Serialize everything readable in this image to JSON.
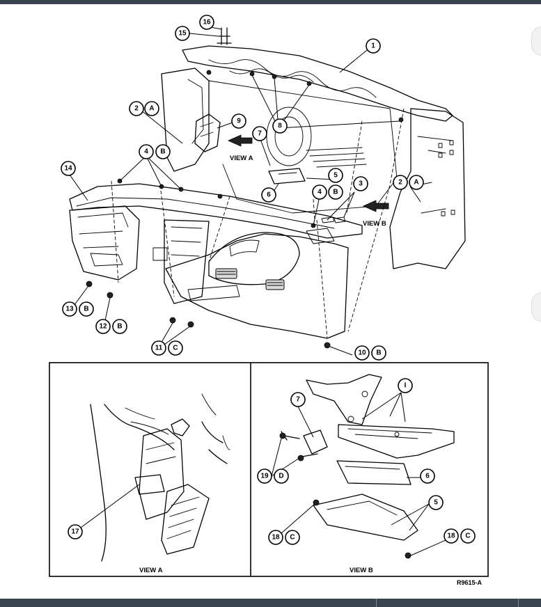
{
  "figure_code": "R9615-A",
  "views": {
    "view_a": "VIEW A",
    "view_b": "VIEW B"
  },
  "callouts": {
    "c1": "1",
    "c2": "2",
    "c3": "3",
    "c4": "4",
    "c5": "5",
    "c6": "6",
    "c7": "7",
    "c8": "8",
    "c9": "9",
    "c10": "10",
    "c11": "11",
    "c12": "12",
    "c13": "13",
    "c14": "14",
    "c15": "15",
    "c16": "16",
    "c17": "17",
    "c18": "18",
    "c19": "19",
    "cI": "I",
    "cA": "A",
    "cB": "B",
    "cC": "C",
    "cD": "D"
  }
}
